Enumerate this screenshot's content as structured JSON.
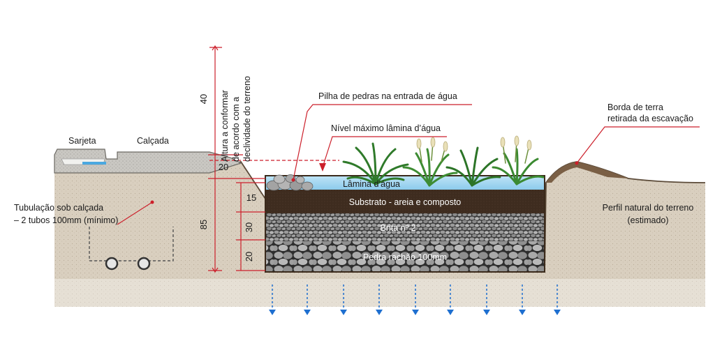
{
  "labels": {
    "sarjeta": "Sarjeta",
    "calcada": "Calçada",
    "altura_line1": "Altura a conformar",
    "altura_line2": "de acordo com a",
    "altura_line3": "declividade do terreno",
    "pilha": "Pilha de pedras na entrada de água",
    "nivel": "Nível máximo lâmina d’água",
    "borda_line1": "Borda de terra",
    "borda_line2": "retirada da escavação",
    "tubulacao_line1": "Tubulação sob calçada",
    "tubulacao_line2": "– 2 tubos 100mm (mínimo)",
    "perfil_line1": "Perfil natural do terreno",
    "perfil_line2": "(estimado)",
    "lamina": "Lâmina d’água",
    "substrato": "Substrato - areia e composto",
    "brita": "Brita nº 2",
    "pedra": "Pedra rachão 100mm"
  },
  "dimensions": {
    "d40": "40",
    "d20_top": "20",
    "d85": "85",
    "d15": "15",
    "d30": "30",
    "d20_bottom": "20"
  },
  "colors": {
    "dimension_red": "#cc1f2a",
    "soil": "#d8cfc0",
    "substrate": "#3f2d20",
    "water": "#9fd3ef",
    "infiltration_arrow": "#1e6fd0"
  }
}
